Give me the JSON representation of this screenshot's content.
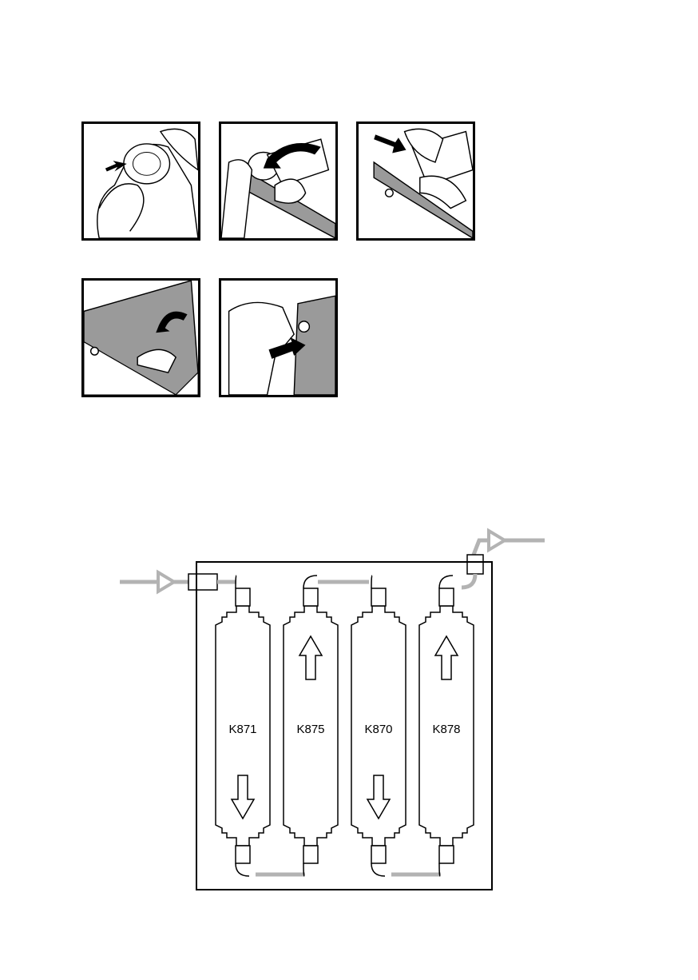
{
  "instruction_panels": [
    {
      "icon": "hand-pull-pin-icon"
    },
    {
      "icon": "hand-rotate-cartridge-icon"
    },
    {
      "icon": "hand-insert-cartridge-icon"
    },
    {
      "icon": "close-cover-icon"
    },
    {
      "icon": "push-button-icon"
    }
  ],
  "filters": [
    {
      "label": "K871",
      "flow": "down"
    },
    {
      "label": "K875",
      "flow": "up"
    },
    {
      "label": "K870",
      "flow": "down"
    },
    {
      "label": "K878",
      "flow": "up"
    }
  ],
  "colors": {
    "pipe": "#b3b3b3",
    "line": "#000000",
    "panel_fill": "#9a9a9a"
  }
}
